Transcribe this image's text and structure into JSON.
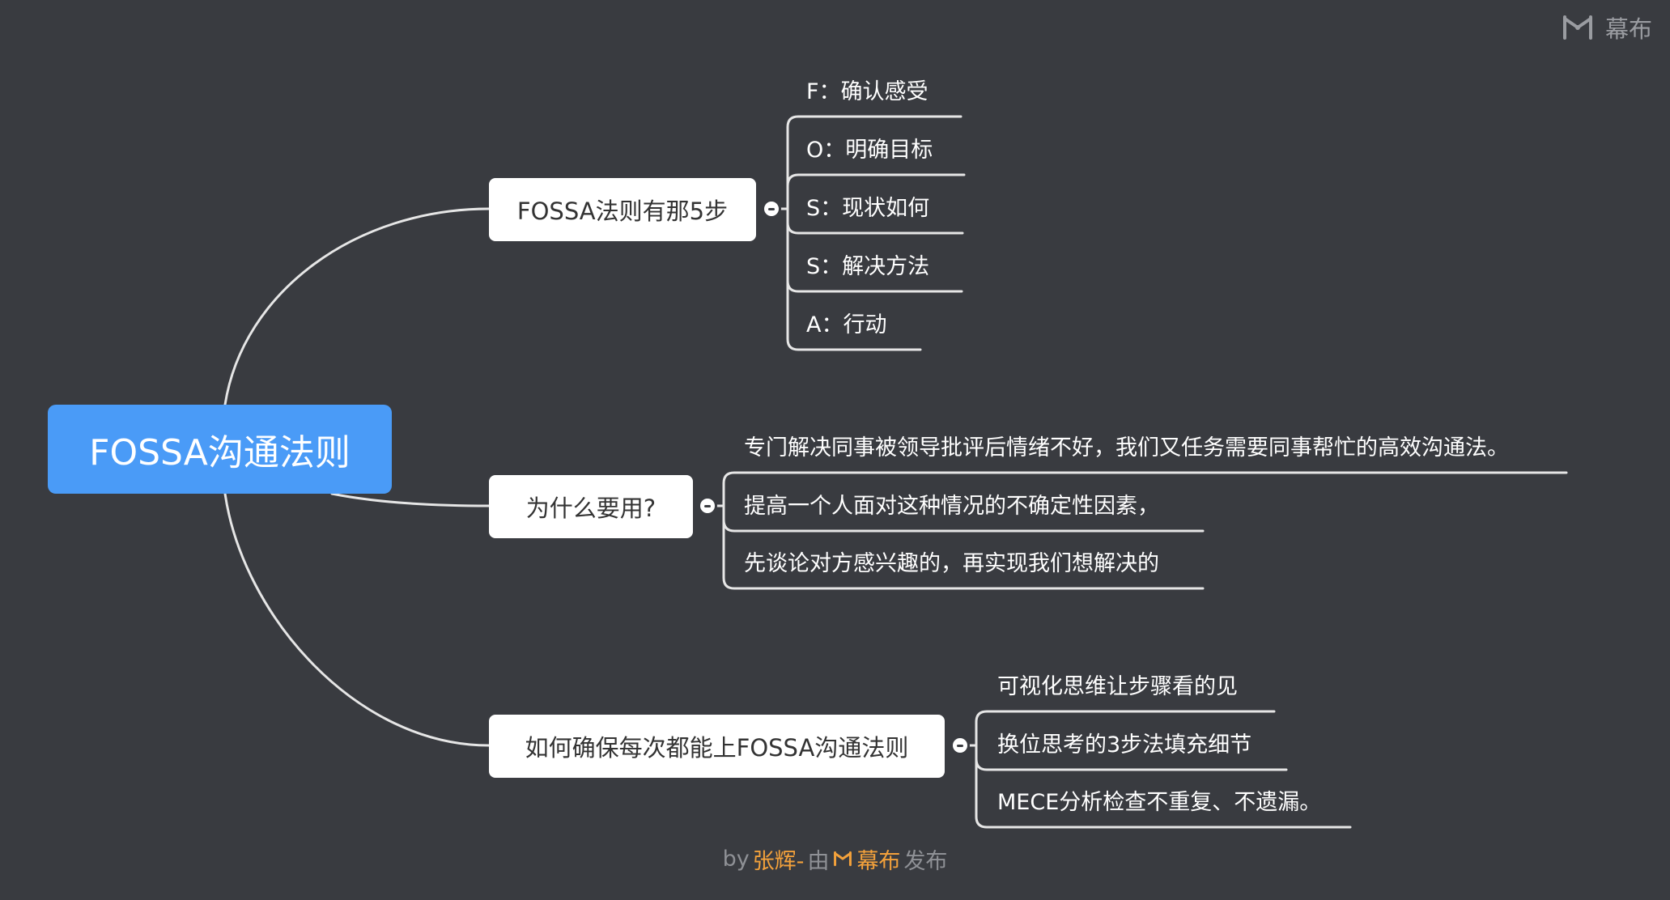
{
  "root": {
    "label": "FOSSA沟通法则"
  },
  "branches": [
    {
      "label": "FOSSA法则有那5步",
      "children": [
        "F：确认感受",
        "O：明确目标",
        "S：现状如何",
        "S：解决方法",
        "A：行动"
      ]
    },
    {
      "label": "为什么要用?",
      "children": [
        "专门解决同事被领导批评后情绪不好，我们又任务需要同事帮忙的高效沟通法。",
        "提高一个人面对这种情况的不确定性因素，",
        "先谈论对方感兴趣的，再实现我们想解决的"
      ]
    },
    {
      "label": "如何确保每次都能上FOSSA沟通法则",
      "children": [
        "可视化思维让步骤看的见",
        "换位思考的3步法填充细节",
        "MECE分析检查不重复、不遗漏。"
      ]
    }
  ],
  "logo": {
    "text": "幕布",
    "icon": "mubu-logo-icon"
  },
  "footer": {
    "by": "by",
    "author": "张辉-",
    "middle": "由",
    "brand": "幕布",
    "suffix": "发布"
  },
  "colors": {
    "background": "#393b40",
    "root": "#4a9bf7",
    "line": "#e6e6e6",
    "accent": "#f3a13b"
  }
}
